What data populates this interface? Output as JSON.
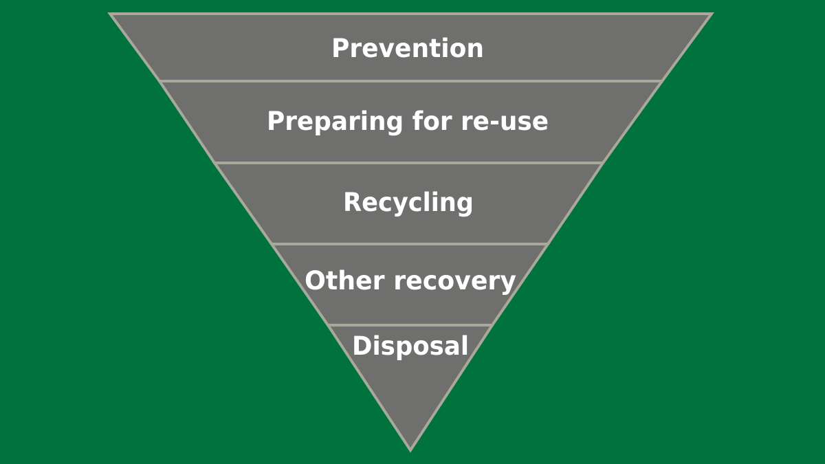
{
  "colors": {
    "background": "#00723d",
    "tier_fill": "#6f6f6d",
    "tier_outline": "#a8a99a",
    "label_text": "#ffffff"
  },
  "hierarchy": {
    "tiers": [
      {
        "label": "Prevention"
      },
      {
        "label": "Preparing for re-use"
      },
      {
        "label": "Recycling"
      },
      {
        "label": "Other recovery"
      },
      {
        "label": "Disposal"
      }
    ]
  }
}
